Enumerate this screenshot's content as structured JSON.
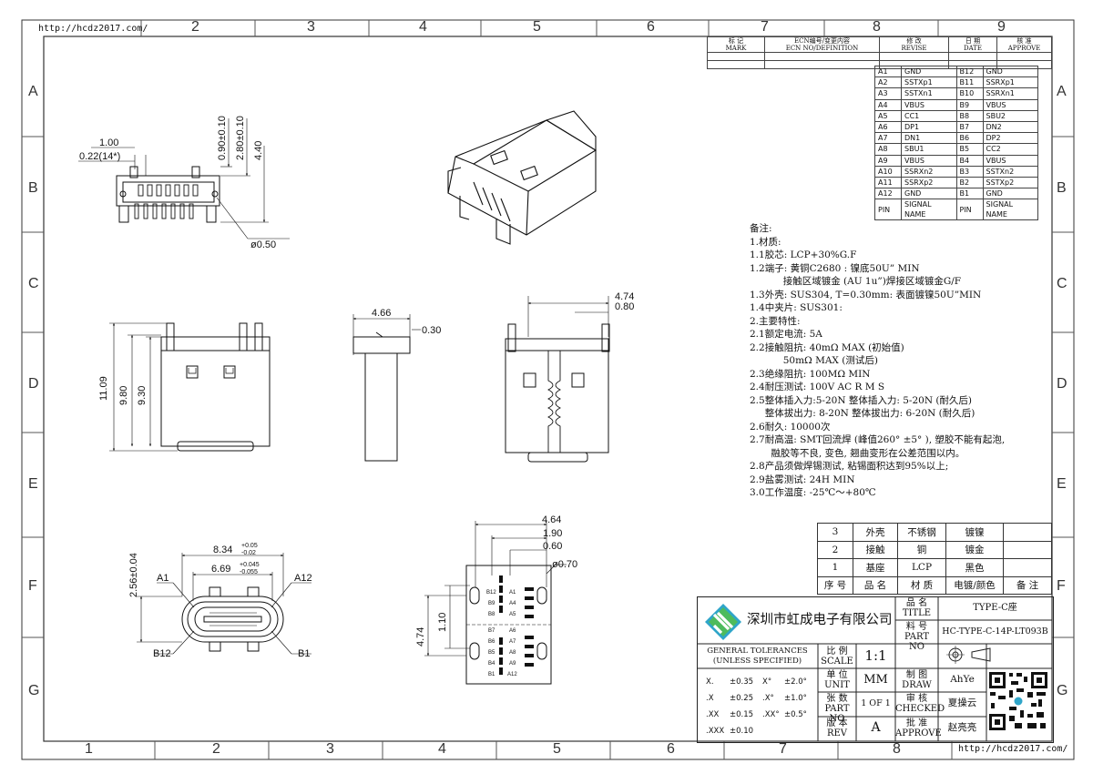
{
  "frame": {
    "url_top": "http://hcdz2017.com/",
    "url_bottom": "http://hcdz2017.com/",
    "top_zones": [
      "2",
      "3",
      "4",
      "5",
      "6",
      "7",
      "8",
      "9"
    ],
    "bottom_zones": [
      "1",
      "2",
      "3",
      "4",
      "5",
      "6",
      "7",
      "8"
    ],
    "row_zones": [
      "A",
      "B",
      "C",
      "D",
      "E",
      "F",
      "G"
    ]
  },
  "revision_header": {
    "mark": "标 记",
    "mark_en": "MARK",
    "ecn": "ECN编号/变更内容",
    "ecn_en": "ECN NO/DEFINITION",
    "revise": "修 改",
    "revise_en": "REVISE",
    "date": "日 期",
    "date_en": "DATE",
    "approve": "核 准",
    "approve_en": "APPROVE"
  },
  "pin_table": {
    "rows": [
      [
        "A1",
        "GND",
        "B12",
        "GND"
      ],
      [
        "A2",
        "SSTXp1",
        "B11",
        "SSRXp1"
      ],
      [
        "A3",
        "SSTXn1",
        "B10",
        "SSRXn1"
      ],
      [
        "A4",
        "VBUS",
        "B9",
        "VBUS"
      ],
      [
        "A5",
        "CC1",
        "B8",
        "SBU2"
      ],
      [
        "A6",
        "DP1",
        "B7",
        "DN2"
      ],
      [
        "A7",
        "DN1",
        "B6",
        "DP2"
      ],
      [
        "A8",
        "SBU1",
        "B5",
        "CC2"
      ],
      [
        "A9",
        "VBUS",
        "B4",
        "VBUS"
      ],
      [
        "A10",
        "SSRXn2",
        "B3",
        "SSTXn2"
      ],
      [
        "A11",
        "SSRXp2",
        "B2",
        "SSTXp2"
      ],
      [
        "A12",
        "GND",
        "B1",
        "GND"
      ],
      [
        "PIN",
        "SIGNAL NAME",
        "PIN",
        "SIGNAL NAME"
      ]
    ]
  },
  "notes": {
    "lines": [
      "备注:",
      "1.材质:",
      "1.1胶芯: LCP+30%G.F",
      "1.2端子: 黄铜C2680 : 镍底50U” MIN",
      "           接触区域镀金 (AU 1u”)焊接区域镀金G/F",
      "1.3外壳: SUS304, T=0.30mm: 表面镀镍50U”MIN",
      "1.4中夹片: SUS301:",
      "2.主要特性:",
      "2.1额定电流: 5A",
      "2.2接触阻抗: 40mΩ MAX (初始值)",
      "           50mΩ MAX (测试后)",
      "2.3绝缘阻抗: 100MΩ MIN",
      "2.4耐压测试: 100V AC R M S",
      "2.5整体插入力:5-20N 整体插入力: 5-20N (耐久后)",
      "     整体拔出力: 8-20N 整体拔出力: 6-20N (耐久后)",
      "2.6耐久: 10000次",
      "2.7耐高温: SMT回流焊 (峰值260° ±5° ), 塑胶不能有起泡,",
      "       融胶等不良, 变色, 翘曲变形在公差范围以内。",
      "2.8产品须做焊锡测试, 粘锡面积达到95%以上;",
      "2.9盐雾测试: 24H MIN",
      "3.0工作温度: -25℃～+80℃"
    ]
  },
  "materials": {
    "rows": [
      [
        "3",
        "外壳",
        "不锈钢",
        "镀镍",
        ""
      ],
      [
        "2",
        "接触",
        "铜",
        "镀金",
        ""
      ],
      [
        "1",
        "基座",
        "LCP",
        "黑色",
        ""
      ],
      [
        "序 号",
        "品 名",
        "材 质",
        "电镀/颜色",
        "备 注"
      ]
    ]
  },
  "title_block": {
    "company": "深圳市虹成电子有限公司",
    "title_cn": "品 名",
    "title_en": "TITLE",
    "title_value": "TYPE-C座",
    "part_cn": "料 号",
    "part_en": "PART NO",
    "part_value": "HC-TYPE-C-14P-LT093B",
    "tol_title": "GENERAL TOLERANCES",
    "tol_sub": "(UNLESS SPECIFIED)",
    "scale_cn": "比 例",
    "scale_en": "SCALE",
    "scale_value": "1:1",
    "unit_cn": "单 位",
    "unit_en": "UNIT",
    "unit_value": "MM",
    "sheet_cn": "张 数",
    "sheet_en": "PART NO",
    "sheet_value": "1 OF 1",
    "rev_cn": "版 本",
    "rev_en": "REV",
    "rev_value": "A",
    "draw_cn": "制 图",
    "draw_en": "DRAW",
    "draw_value": "AhYe",
    "check_cn": "审 核",
    "check_en": "CHECKED",
    "check_value": "夏操云",
    "approve_cn": "批 准",
    "approve_en": "APPROVE",
    "approve_value": "赵亮亮",
    "tolerances": [
      [
        "X.",
        "±0.35",
        "X°",
        "±2.0°"
      ],
      [
        ".X",
        "±0.25",
        ".X°",
        "±1.0°"
      ],
      [
        ".XX",
        "±0.15",
        ".XX°",
        "±0.5°"
      ],
      [
        ".XXX",
        "±0.10",
        "",
        ""
      ]
    ]
  },
  "dims": {
    "top_view": [
      "1.00",
      "0.22(14*)",
      "0.90±0.10",
      "2.80±0.10",
      "4.40",
      "ø0.50"
    ],
    "front": [
      "11.09",
      "9.80",
      "9.30"
    ],
    "side": [
      "4.66",
      "0.30"
    ],
    "back": [
      "4.74",
      "0.80"
    ],
    "mouth": [
      "8.34",
      "+0.05",
      "-0.02",
      "6.69",
      "+0.045",
      "-0.055",
      "2.56±0.04",
      "A1",
      "A12",
      "B12",
      "B1"
    ],
    "footprint": [
      "4.64",
      "1.90",
      "0.60",
      "ø0.70",
      "4.74",
      "1.10"
    ],
    "footprint_labels": [
      "B12",
      "A1",
      "B9",
      "A4",
      "B8",
      "A5",
      "B7",
      "A6",
      "B6",
      "A7",
      "B5",
      "A8",
      "B4",
      "A9",
      "B1",
      "A12"
    ]
  }
}
